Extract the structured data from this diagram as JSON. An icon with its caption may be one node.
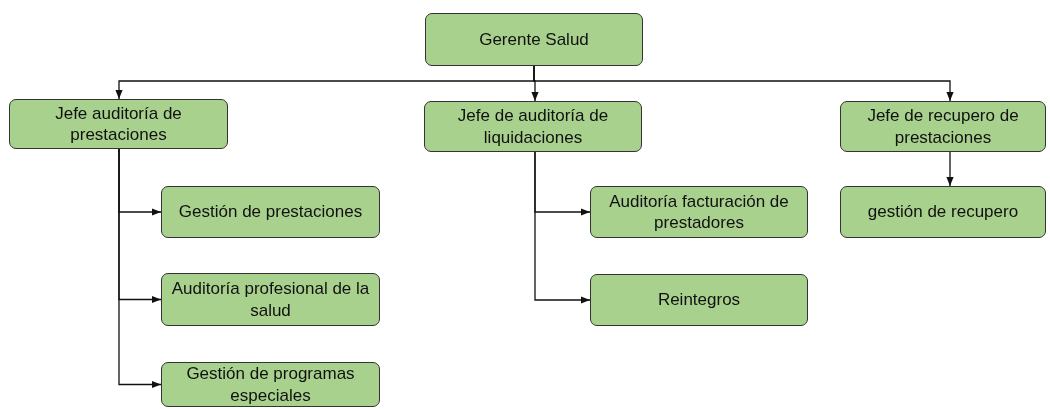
{
  "diagram": {
    "nodes": [
      {
        "text": [
          "Gerente Salud"
        ]
      },
      {
        "text": [
          "Jefe auditoría de prestaciones"
        ]
      },
      {
        "text": [
          "Jefe de auditoría de liquidaciones"
        ]
      },
      {
        "text": [
          "Jefe de recupero de prestaciones"
        ]
      },
      {
        "text": [
          "Gestión de prestaciones"
        ]
      },
      {
        "text": [
          "Auditoría profesional de la salud"
        ]
      },
      {
        "text": [
          "Gestión de programas especiales"
        ]
      },
      {
        "text": [
          "Auditoría facturación de prestadores"
        ]
      },
      {
        "text": [
          "Reintegros"
        ]
      },
      {
        "text": [
          "gestión de recupero"
        ]
      }
    ],
    "edges": [
      {
        "from": 0,
        "to": 1,
        "arrow": "to"
      },
      {
        "from": 0,
        "to": 2,
        "arrow": "to"
      },
      {
        "from": 0,
        "to": 3,
        "arrow": "to"
      },
      {
        "from": 1,
        "to": 4,
        "arrow": "to"
      },
      {
        "from": 1,
        "to": 5,
        "arrow": "to"
      },
      {
        "from": 1,
        "to": 6,
        "arrow": "to"
      },
      {
        "from": 2,
        "to": 7,
        "arrow": "to"
      },
      {
        "from": 2,
        "to": 8,
        "arrow": "to"
      },
      {
        "from": 3,
        "to": 9,
        "arrow": "to"
      }
    ]
  }
}
